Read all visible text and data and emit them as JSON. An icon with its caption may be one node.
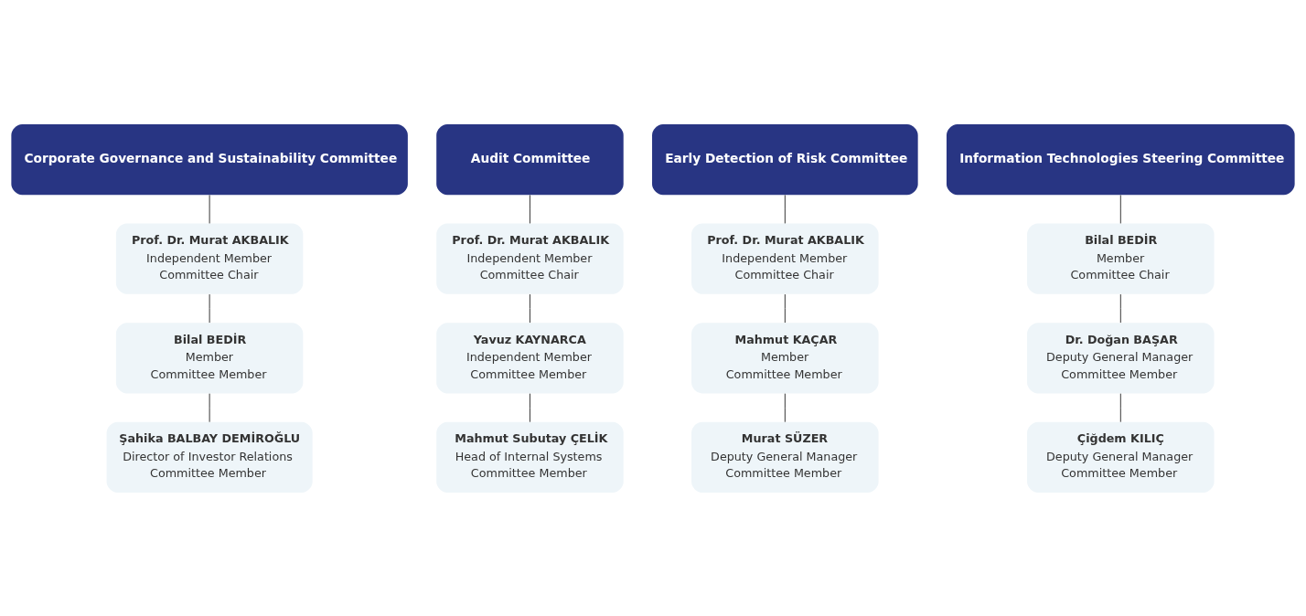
{
  "diagram": {
    "nodes": [
      {
        "text": [
          "Corporate Governance and Sustainability Committee"
        ]
      },
      {
        "text": [
          "Prof. Dr. Murat AKBALIK",
          "Independent Member",
          "Committee Chair"
        ]
      },
      {
        "text": [
          "Bilal BEDİR",
          "Member",
          "Committee Member"
        ]
      },
      {
        "text": [
          "Şahika BALBAY DEMİROĞLU",
          "Director of Investor Relations",
          "Committee Member"
        ]
      },
      {
        "text": [
          "Audit Committee"
        ]
      },
      {
        "text": [
          "Prof. Dr. Murat AKBALIK",
          "Independent Member",
          "Committee Chair"
        ]
      },
      {
        "text": [
          "Yavuz KAYNARCA",
          "Independent Member",
          "Committee Member"
        ]
      },
      {
        "text": [
          "Mahmut Subutay ÇELİK",
          "Head of Internal Systems",
          "Committee Member"
        ]
      },
      {
        "text": [
          "Early Detection of Risk Committee"
        ]
      },
      {
        "text": [
          "Prof. Dr. Murat AKBALIK",
          "Independent Member",
          "Committee Chair"
        ]
      },
      {
        "text": [
          "Mahmut KAÇAR",
          "Member",
          "Committee Member"
        ]
      },
      {
        "text": [
          "Murat SÜZER",
          "Deputy General Manager",
          "Committee Member"
        ]
      },
      {
        "text": [
          "Information Technologies Steering Committee"
        ]
      },
      {
        "text": [
          "Bilal BEDİR",
          "Member",
          "Committee Chair"
        ]
      },
      {
        "text": [
          "Dr. Doğan BAŞAR",
          "Deputy General Manager",
          "Committee Member"
        ]
      },
      {
        "text": [
          "Çiğdem KILIÇ",
          "Deputy General Manager",
          "Committee Member"
        ]
      }
    ],
    "edges": [
      {
        "from": 0,
        "to": 1,
        "arrow": "none"
      },
      {
        "from": 1,
        "to": 2,
        "arrow": "none"
      },
      {
        "from": 2,
        "to": 3,
        "arrow": "none"
      },
      {
        "from": 4,
        "to": 5,
        "arrow": "none"
      },
      {
        "from": 5,
        "to": 6,
        "arrow": "none"
      },
      {
        "from": 6,
        "to": 7,
        "arrow": "none"
      },
      {
        "from": 8,
        "to": 9,
        "arrow": "none"
      },
      {
        "from": 9,
        "to": 10,
        "arrow": "none"
      },
      {
        "from": 10,
        "to": 11,
        "arrow": "none"
      },
      {
        "from": 12,
        "to": 13,
        "arrow": "none"
      },
      {
        "from": 13,
        "to": 14,
        "arrow": "none"
      },
      {
        "from": 14,
        "to": 15,
        "arrow": "none"
      }
    ]
  }
}
